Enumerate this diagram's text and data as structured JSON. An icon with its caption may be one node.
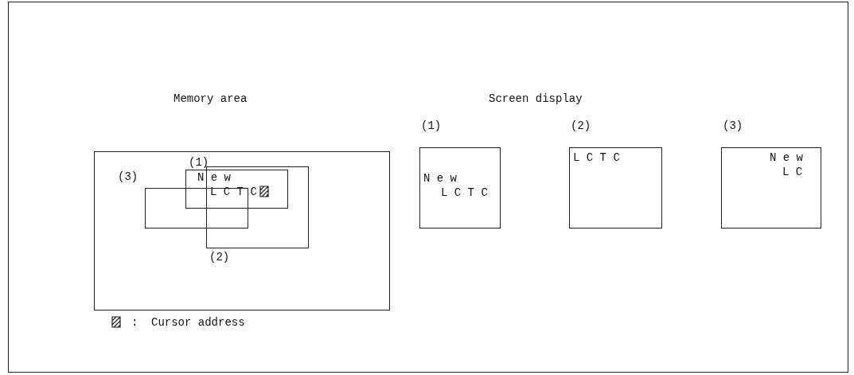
{
  "diagram": {
    "nodes": [
      {
        "text": [
          "Memory area"
        ]
      },
      {
        "text": [
          "(1)"
        ],
        "in": 0
      },
      {
        "text": [
          "(3)"
        ],
        "in": 0
      },
      {
        "text": [
          "(2)"
        ],
        "in": 0
      },
      {
        "text": [
          "(1)",
          "N e w",
          "L C T C"
        ]
      },
      {
        "text": [
          "(2)",
          "L C T C"
        ]
      },
      {
        "text": [
          "(3)",
          "N e w",
          "L C"
        ]
      }
    ],
    "edges": [],
    "labels": [
      "Screen display",
      "N e w",
      "L C T C",
      ":"
    ],
    "legend": [
      {
        "text": "Cursor address"
      }
    ]
  }
}
